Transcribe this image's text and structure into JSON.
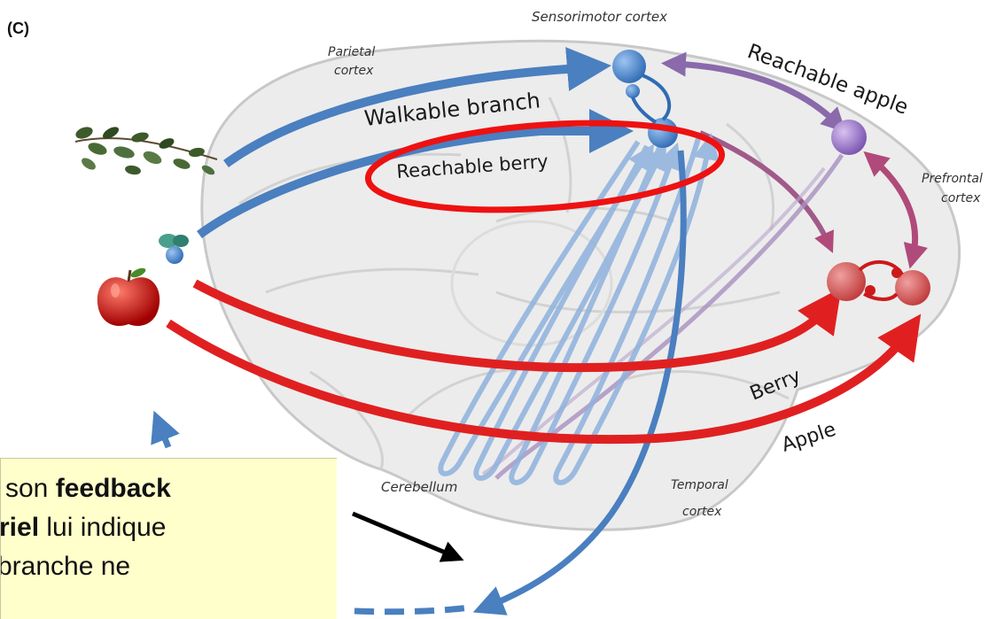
{
  "panel_label": "(C)",
  "labels": {
    "sensorimotor": "Sensorimotor cortex",
    "parietal_line1": "Parietal",
    "parietal_line2": "cortex",
    "prefrontal_line1": "Prefrontal",
    "prefrontal_line2": "cortex",
    "cerebellum": "Cerebellum",
    "temporal_line1": "Temporal",
    "temporal_line2": "cortex"
  },
  "arrow_labels": {
    "walkable_branch": "Walkable branch",
    "reachable_berry": "Reachable berry",
    "reachable_apple": "Reachable apple",
    "berry": "Berry",
    "apple": "Apple"
  },
  "callout": {
    "line1_pre": "i son ",
    "line1_bold": "feedback",
    "line2_bold": "riel",
    "line2_post": " lui indique",
    "line3": " branche ne"
  },
  "colors": {
    "blue_arrow": "#4a7fc0",
    "red_arrow": "#e02020",
    "purple_arrow": "#8a6aaa",
    "highlight_ellipse": "#ee1111",
    "callout_bg": "#ffffcc"
  }
}
